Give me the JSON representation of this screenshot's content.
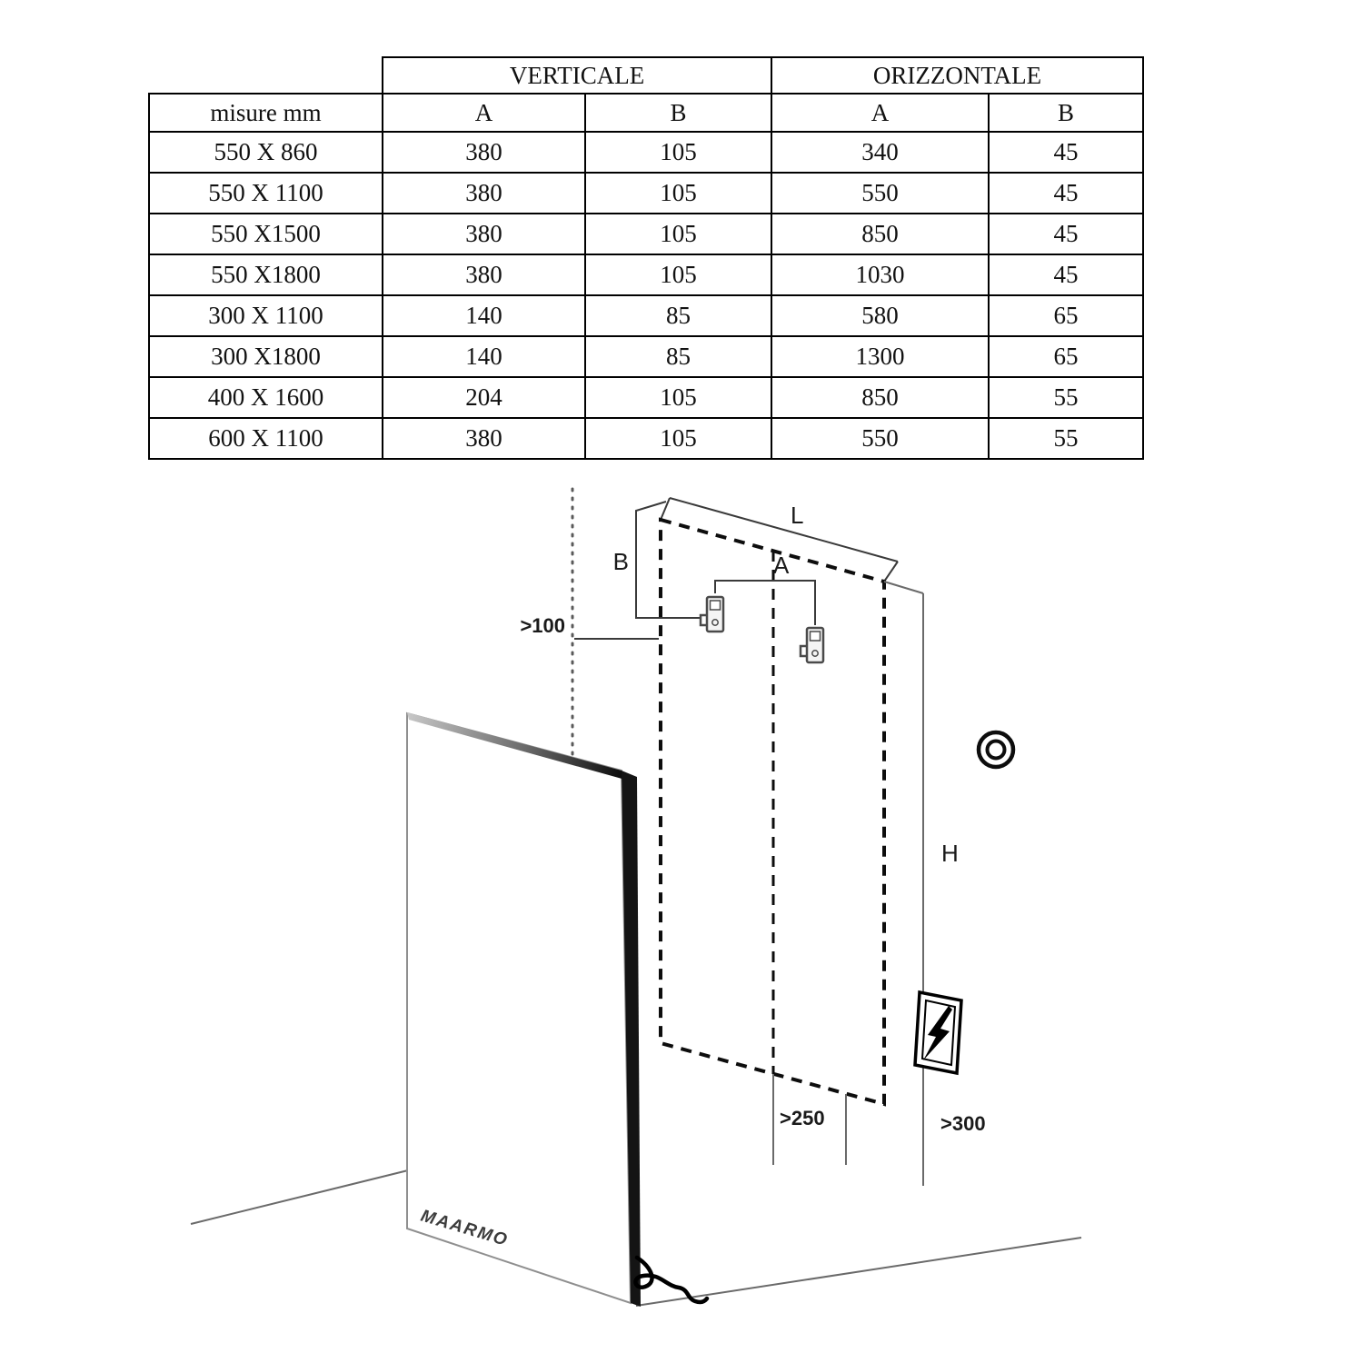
{
  "table": {
    "group_headers": {
      "verticale": "VERTICALE",
      "orizzontale": "ORIZZONTALE"
    },
    "col_headers": {
      "misure": "misure mm",
      "vert_a": "A",
      "vert_b": "B",
      "oriz_a": "A",
      "oriz_b": "B"
    },
    "rows": [
      [
        "550 X 860",
        "380",
        "105",
        "340",
        "45"
      ],
      [
        "550 X 1100",
        "380",
        "105",
        "550",
        "45"
      ],
      [
        "550 X1500",
        "380",
        "105",
        "850",
        "45"
      ],
      [
        "550 X1800",
        "380",
        "105",
        "1030",
        "45"
      ],
      [
        "300 X 1100",
        "140",
        "85",
        "580",
        "65"
      ],
      [
        "300 X1800",
        "140",
        "85",
        "1300",
        "65"
      ],
      [
        "400 X 1600",
        "204",
        "105",
        "850",
        "55"
      ],
      [
        "600 X 1100",
        "380",
        "105",
        "550",
        "55"
      ]
    ]
  },
  "diagram": {
    "labels": {
      "length": "L",
      "b_dim": "B",
      "a_dim": "A",
      "height": "H",
      "min_top_clearance": ">100",
      "min_bottom_clearance": ">250",
      "min_side_clearance": ">300",
      "brand": "MAARMO"
    }
  }
}
